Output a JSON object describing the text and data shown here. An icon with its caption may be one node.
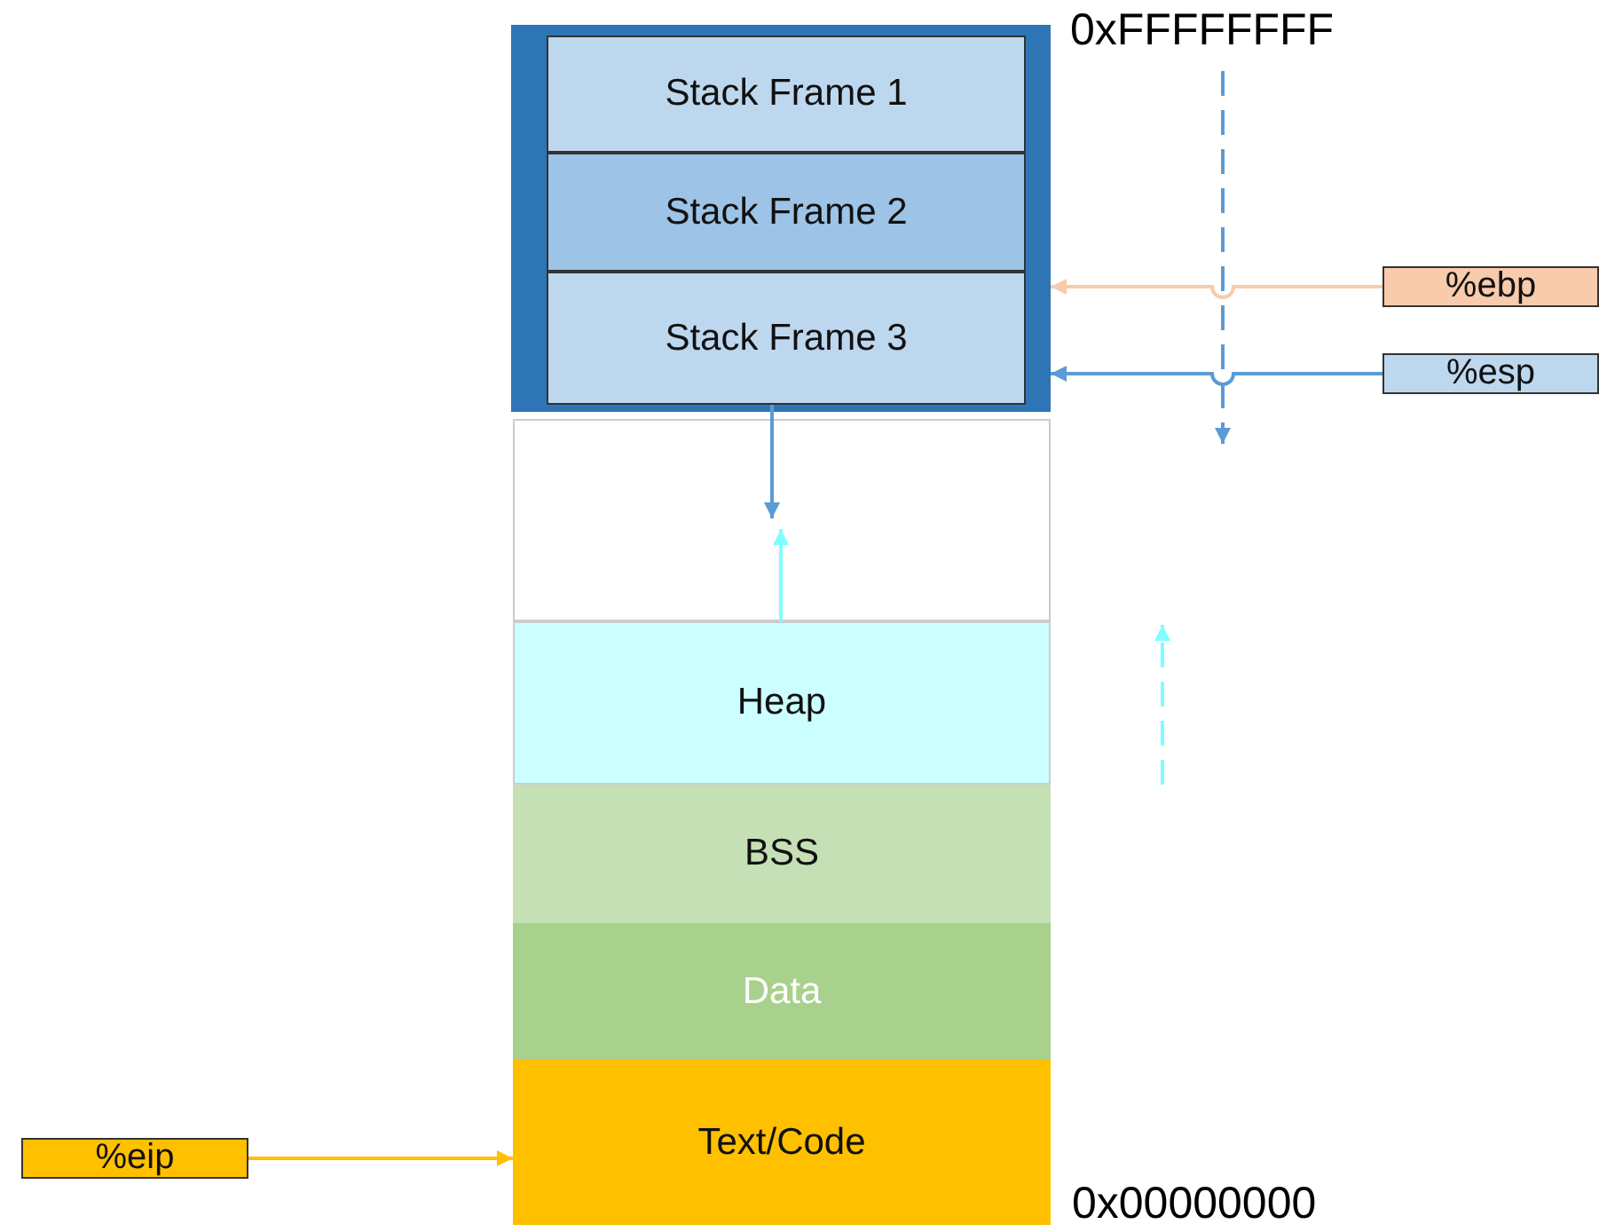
{
  "diagram": {
    "nodes": [
      {
        "text": [],
        "shape": "box"
      },
      {
        "text": [
          "Stack Frame 1"
        ],
        "in": 0
      },
      {
        "text": [
          "Stack Frame 2"
        ],
        "in": 0
      },
      {
        "text": [
          "Stack Frame 3"
        ],
        "in": 0
      },
      {
        "text": [],
        "shape": "box"
      },
      {
        "text": [
          "Heap"
        ]
      },
      {
        "text": [
          "BSS"
        ]
      },
      {
        "text": [
          "Data"
        ]
      },
      {
        "text": [
          "Text/Code"
        ]
      },
      {
        "text": [
          "%ebp"
        ]
      },
      {
        "text": [
          "%esp"
        ]
      },
      {
        "text": [
          "%eip"
        ]
      }
    ],
    "edges": [
      {
        "from": 9,
        "to": 0,
        "arrow": "to",
        "color": "#f8cbad"
      },
      {
        "from": 10,
        "to": 0,
        "arrow": "to",
        "color": "#5b9bd5"
      },
      {
        "from": 11,
        "to": 8,
        "arrow": "to",
        "color": "#ffc000"
      },
      {
        "from": 3,
        "to": 4,
        "arrow": "to",
        "color": "#5b9bd5"
      },
      {
        "from": 5,
        "to": 4,
        "arrow": "to",
        "color": "#7fffff"
      }
    ],
    "labels": [
      "0xFFFFFFFF",
      "0x00000000"
    ]
  }
}
